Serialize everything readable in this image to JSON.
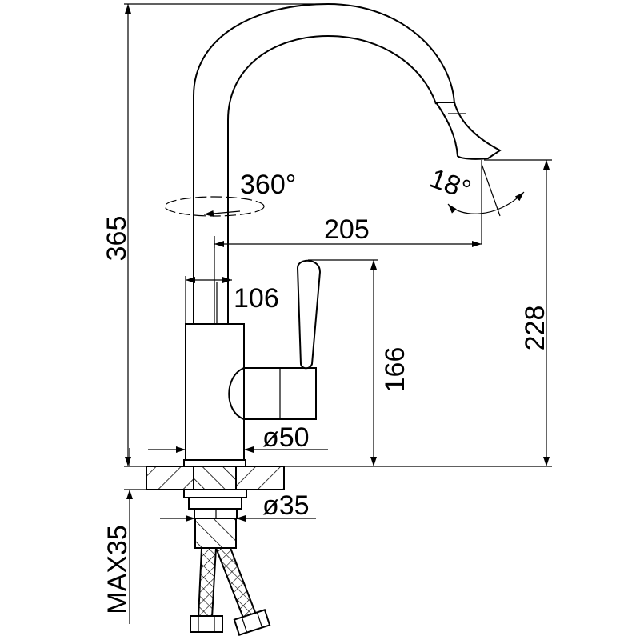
{
  "drawing": {
    "title": "Kitchen faucet dimension drawing",
    "dimensions": {
      "total_height": "365",
      "rotation": "360°",
      "spout_tilt": "18°",
      "spout_reach": "205",
      "body_offset": "106",
      "handle_height": "166",
      "spout_height": "228",
      "body_diameter": "ø50",
      "shank_diameter": "ø35",
      "max_counter_thickness": "MAX35"
    },
    "colors": {
      "line": "#000000",
      "background": "#ffffff"
    }
  }
}
